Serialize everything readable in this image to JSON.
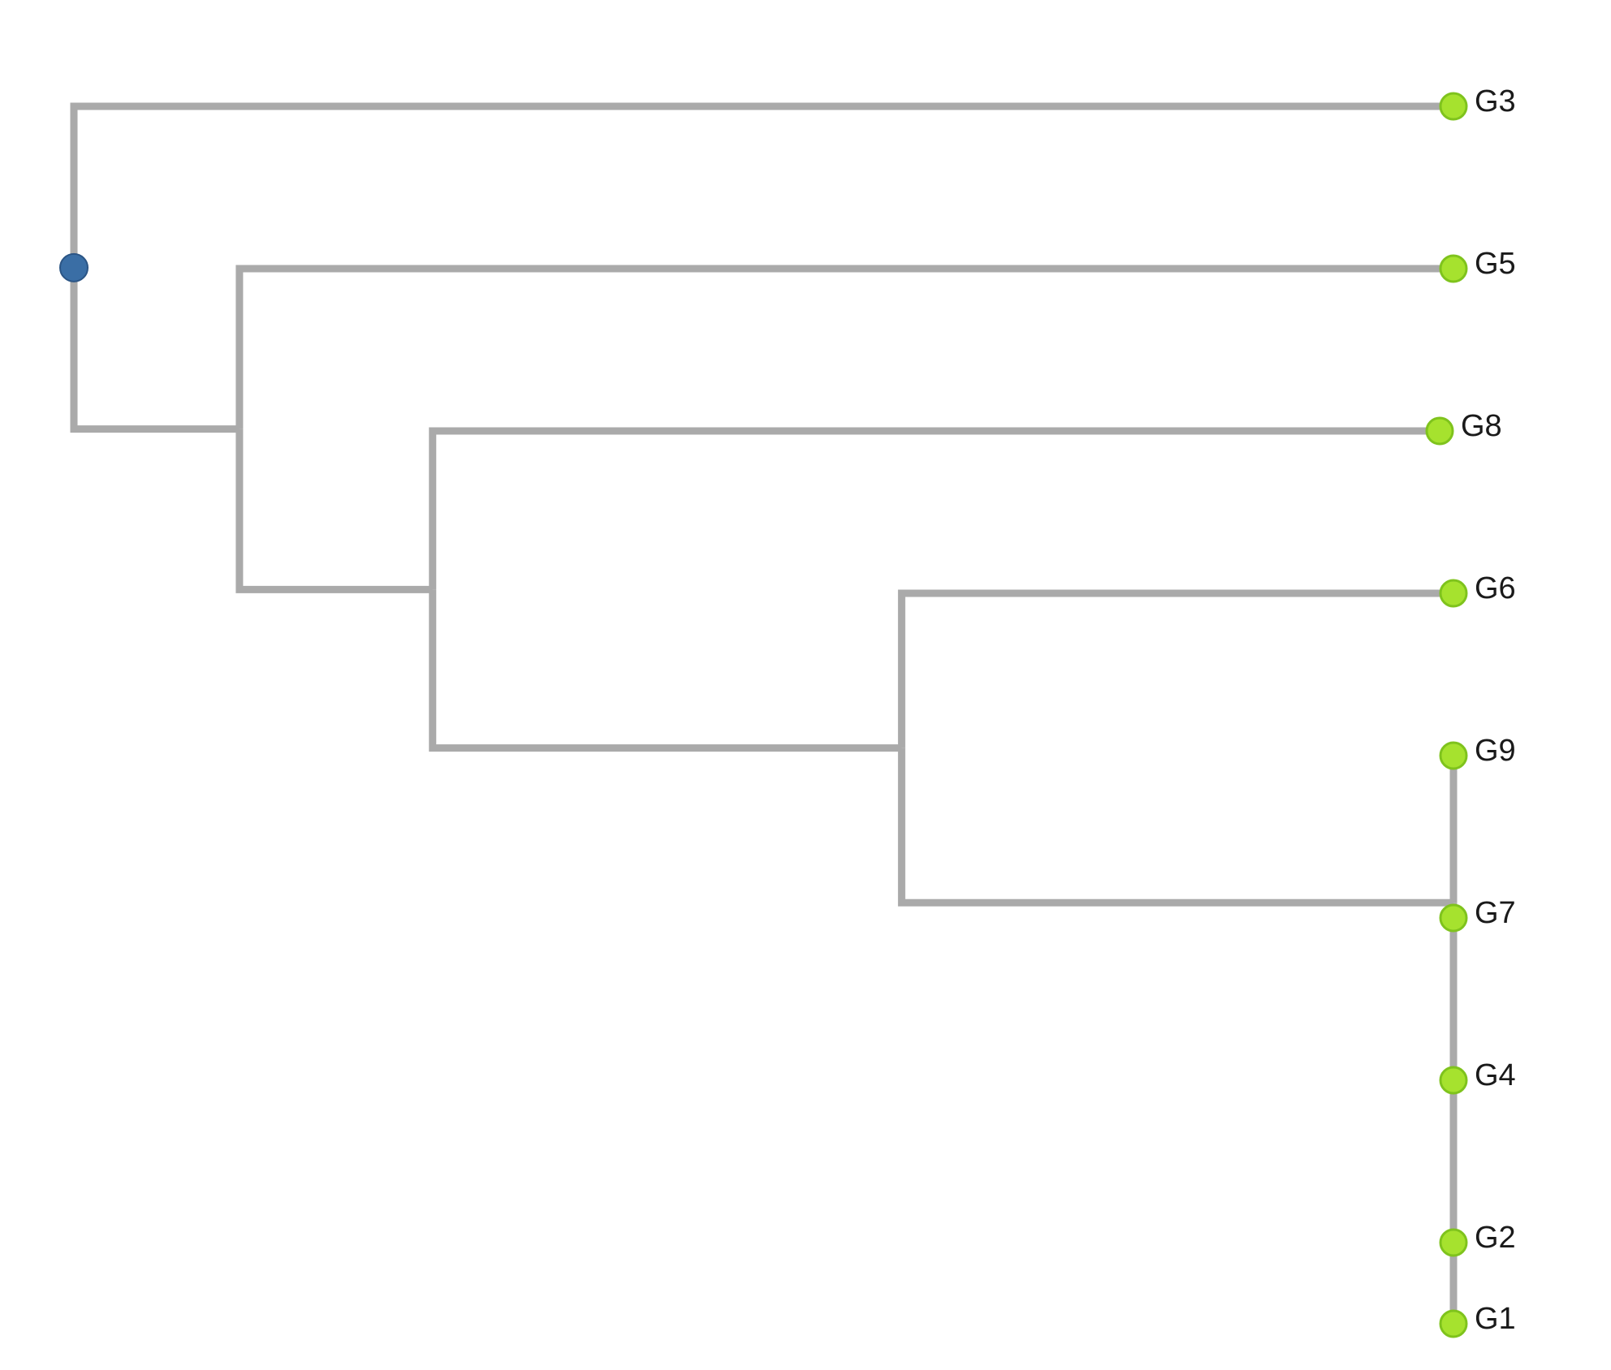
{
  "colors": {
    "branch": "#aaaaaa",
    "leaf_fill": "#a6e22e",
    "leaf_stroke": "#7fc31d",
    "root_fill": "#3a6ea5",
    "root_stroke": "#2b5585",
    "label": "#1a1a1a",
    "background": "#ffffff"
  },
  "tree": {
    "root": "N0",
    "leaf_order": [
      "G3",
      "G5",
      "G8",
      "G6",
      "G9",
      "G7",
      "G4",
      "G2",
      "G1"
    ],
    "nodes": [
      {
        "id": "N0",
        "parent": null,
        "depth": 0,
        "kind": "root"
      },
      {
        "id": "G3",
        "parent": "N0",
        "depth": 1.0,
        "kind": "leaf",
        "label": "G3"
      },
      {
        "id": "N1",
        "parent": "N0",
        "depth": 0.12,
        "kind": "internal"
      },
      {
        "id": "G5",
        "parent": "N1",
        "depth": 1.0,
        "kind": "leaf",
        "label": "G5"
      },
      {
        "id": "N2",
        "parent": "N1",
        "depth": 0.26,
        "kind": "internal"
      },
      {
        "id": "G8",
        "parent": "N2",
        "depth": 0.99,
        "kind": "leaf",
        "label": "G8"
      },
      {
        "id": "N3",
        "parent": "N2",
        "depth": 0.6,
        "kind": "internal"
      },
      {
        "id": "G6",
        "parent": "N3",
        "depth": 1.0,
        "kind": "leaf",
        "label": "G6"
      },
      {
        "id": "N4",
        "parent": "N3",
        "depth": 1.0,
        "kind": "internal"
      },
      {
        "id": "G9",
        "parent": "N4",
        "depth": 1.0,
        "kind": "leaf",
        "label": "G9"
      },
      {
        "id": "N5",
        "parent": "N4",
        "depth": 1.0,
        "kind": "internal"
      },
      {
        "id": "G7",
        "parent": "N5",
        "depth": 1.0,
        "kind": "leaf",
        "label": "G7"
      },
      {
        "id": "N6",
        "parent": "N5",
        "depth": 1.0,
        "kind": "internal"
      },
      {
        "id": "G4",
        "parent": "N6",
        "depth": 1.0,
        "kind": "leaf",
        "label": "G4"
      },
      {
        "id": "N7",
        "parent": "N6",
        "depth": 1.0,
        "kind": "internal"
      },
      {
        "id": "G2",
        "parent": "N7",
        "depth": 1.0,
        "kind": "leaf",
        "label": "G2"
      },
      {
        "id": "G1",
        "parent": "N7",
        "depth": 1.0,
        "kind": "leaf",
        "label": "G1"
      }
    ]
  }
}
